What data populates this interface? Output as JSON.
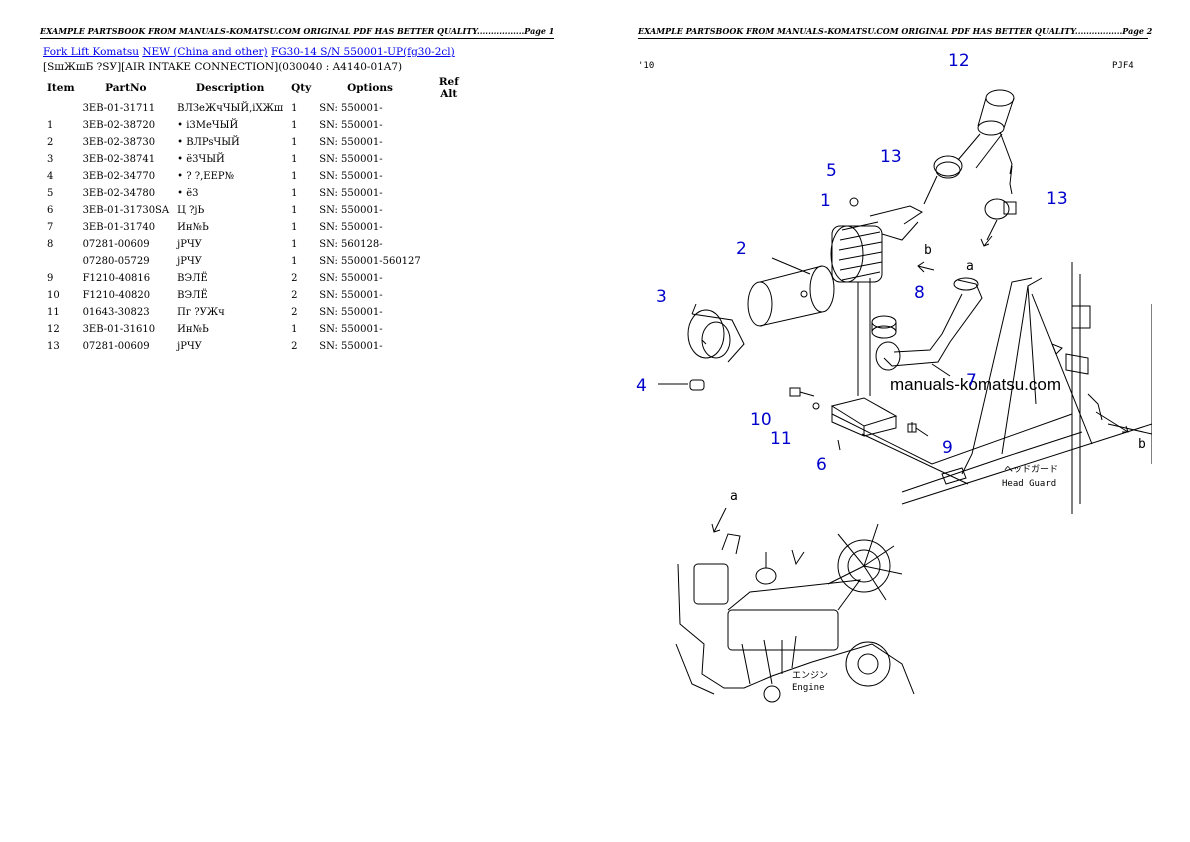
{
  "header": {
    "page1": "EXAMPLE PARTSBOOK FROM MANUALS-KOMATSU.COM ORIGINAL PDF HAS BETTER QUALITY.................Page 1",
    "page2": "EXAMPLE PARTSBOOK FROM MANUALS-KOMATSU.COM ORIGINAL PDF HAS BETTER QUALITY.................Page 2"
  },
  "breadcrumb": {
    "link1": "Fork Lift Komatsu",
    "link2": "NEW (China and other)",
    "link3": "FG30-14 S/N 550001-UP(fg30-2cl)"
  },
  "subtitle": "[SшЖшБ ?SУ][AIR INTAKE CONNECTION](030040 : A4140-01A7)",
  "table": {
    "columns": [
      "Item",
      "PartNo",
      "Description",
      "Qty",
      "Options",
      "Ref Alt"
    ],
    "rows": [
      [
        "",
        "3EB-01-31711",
        "ВЛЗеЖчЧЫЙ,iXЖш",
        "1",
        "SN: 550001-",
        ""
      ],
      [
        "1",
        "3EB-02-38720",
        "• i3МеЧЫЙ",
        "1",
        "SN: 550001-",
        ""
      ],
      [
        "2",
        "3EB-02-38730",
        "• ВЛPsЧЫЙ",
        "1",
        "SN: 550001-",
        ""
      ],
      [
        "3",
        "3EB-02-38741",
        "• ё3ЧЫЙ",
        "1",
        "SN: 550001-",
        ""
      ],
      [
        "4",
        "3EB-02-34770",
        "• ? ?,ЕЕР№",
        "1",
        "SN: 550001-",
        ""
      ],
      [
        "5",
        "3EB-02-34780",
        "• ё3",
        "1",
        "SN: 550001-",
        ""
      ],
      [
        "6",
        "3EB-01-31730SA",
        "Ц ?jЬ",
        "1",
        "SN: 550001-",
        ""
      ],
      [
        "7",
        "3EB-01-31740",
        "Ин№Ь",
        "1",
        "SN: 550001-",
        ""
      ],
      [
        "8",
        "07281-00609",
        "jРЧУ",
        "1",
        "SN: 560128-",
        ""
      ],
      [
        "",
        "07280-05729",
        "jРЧУ",
        "1",
        "SN: 550001-560127",
        ""
      ],
      [
        "9",
        "F1210-40816",
        "ВЭЛЁ",
        "2",
        "SN: 550001-",
        ""
      ],
      [
        "10",
        "F1210-40820",
        "ВЭЛЁ",
        "2",
        "SN: 550001-",
        ""
      ],
      [
        "11",
        "01643-30823",
        "Пг ?УЖч",
        "2",
        "SN: 550001-",
        ""
      ],
      [
        "12",
        "3EB-01-31610",
        "Ин№Ь",
        "1",
        "SN: 550001-",
        ""
      ],
      [
        "13",
        "07281-00609",
        "jРЧУ",
        "2",
        "SN: 550001-",
        ""
      ]
    ]
  },
  "diagram": {
    "corner_left": "'10",
    "corner_right": "PJF4",
    "watermark": "manuals-komatsu.com",
    "head_guard_jp": "ヘッドガード",
    "head_guard_en": "Head Guard",
    "engine_jp": "エンジン",
    "engine_en": "Engine",
    "letter_a": "a",
    "letter_b": "b",
    "callouts": [
      "12",
      "13",
      "5",
      "1",
      "13",
      "2",
      "8",
      "3",
      "7",
      "4",
      "10",
      "11",
      "9",
      "6"
    ],
    "callout_color": "#0000cc"
  }
}
